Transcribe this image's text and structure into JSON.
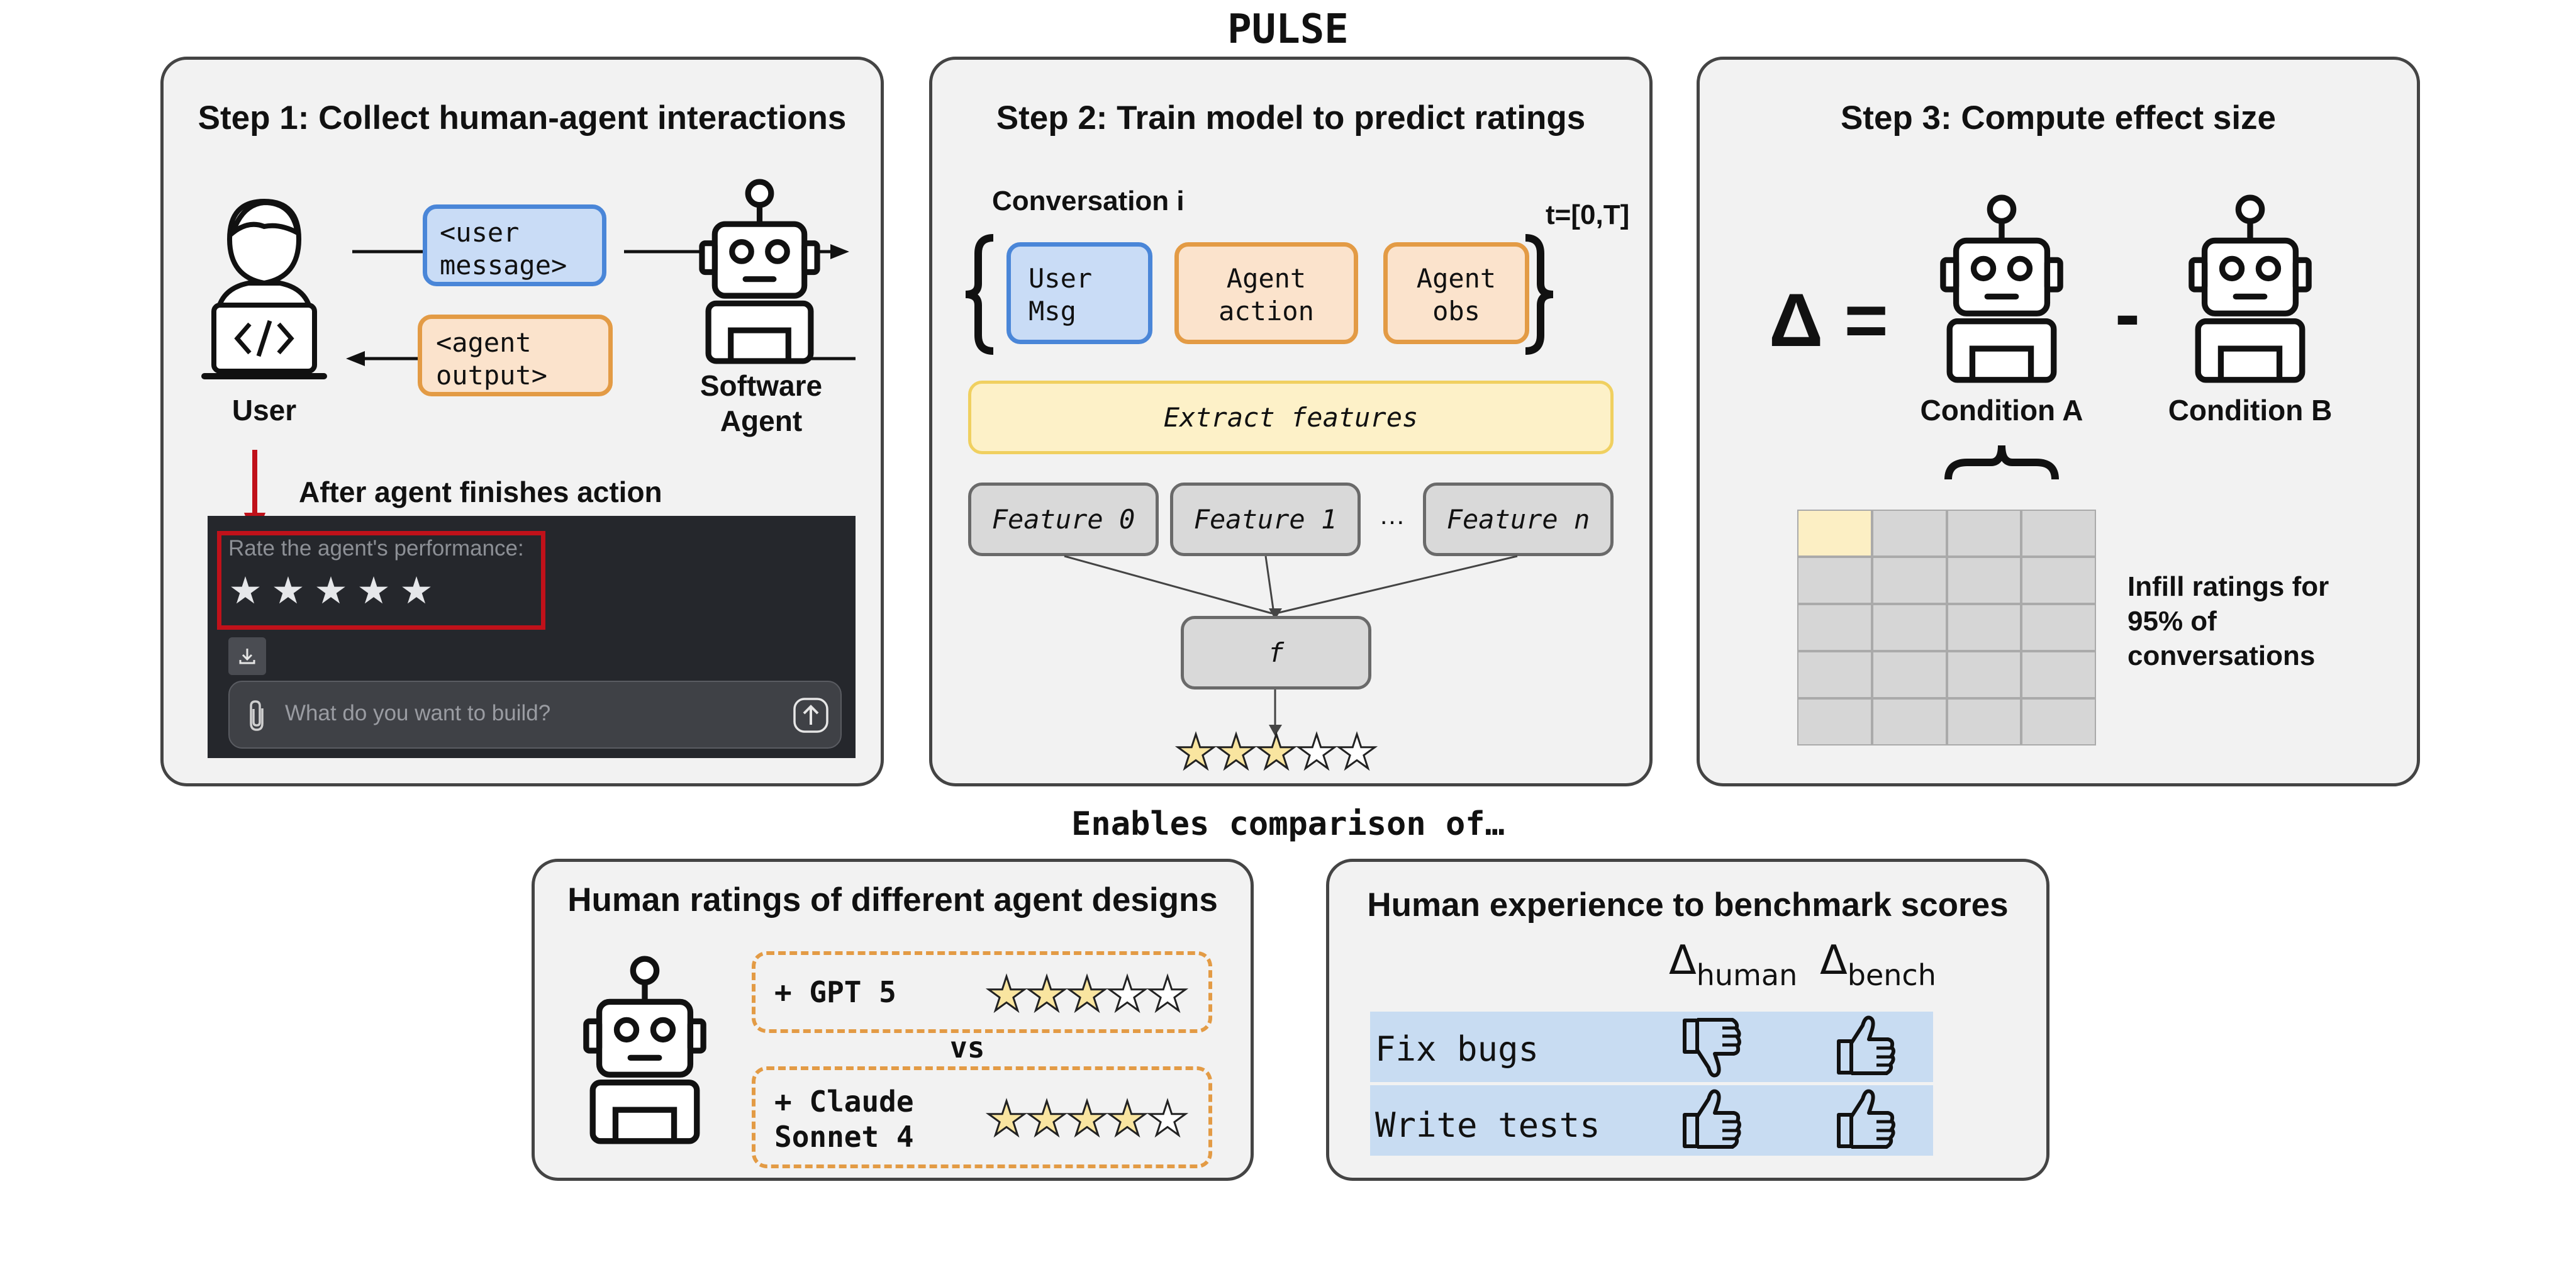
{
  "title": "PULSE",
  "step1": {
    "title": "Step 1: Collect human-agent interactions",
    "user_label": "User",
    "agent_label_line1": "Software",
    "agent_label_line2": "Agent",
    "user_message_line1": "<user",
    "user_message_line2": "message>",
    "agent_output_line1": "<agent",
    "agent_output_line2": "output>",
    "after_action": "After agent finishes action",
    "rate_prompt": "Rate the agent's performance:",
    "input_placeholder": "What do you want to build?"
  },
  "step2": {
    "title": "Step 2: Train model to predict ratings",
    "conversation": "Conversation i",
    "time_range": "t=[0,T]",
    "user_msg_line1": "User",
    "user_msg_line2": "Msg",
    "agent_action_line1": "Agent",
    "agent_action_line2": "action",
    "agent_obs_line1": "Agent",
    "agent_obs_line2": "obs",
    "extract": "Extract features",
    "feature0": "Feature 0",
    "feature1": "Feature 1",
    "ellipsis": "…",
    "featuren": "Feature n",
    "f": "f",
    "predicted_rating": 3
  },
  "step3": {
    "title": "Step 3: Compute effect size",
    "delta": "Δ =",
    "minus": "-",
    "condition_a": "Condition A",
    "condition_b": "Condition B",
    "brace": "{",
    "infill_line1": "Infill ratings for",
    "infill_line2": "95% of",
    "infill_line3": "conversations"
  },
  "enables": "Enables comparison of…",
  "designs": {
    "title": "Human ratings of different agent designs",
    "option1": "+ GPT 5",
    "option1_rating": 3,
    "vs": "vs",
    "option2_line1": "+ Claude",
    "option2_line2": "Sonnet 4",
    "option2_rating": 4
  },
  "benchmark": {
    "title": "Human experience to benchmark scores",
    "col_human_base": "Δ",
    "col_human_sub": "human",
    "col_bench_base": "Δ",
    "col_bench_sub": "bench",
    "rows": [
      {
        "label": "Fix bugs",
        "human": "thumbs-down",
        "bench": "thumbs-up"
      },
      {
        "label": "Write tests",
        "human": "thumbs-up",
        "bench": "thumbs-up"
      }
    ]
  },
  "colors": {
    "accent_red": "#c0111a",
    "star_fill": "#f9e5a0",
    "dark_ui": "#25272c"
  }
}
